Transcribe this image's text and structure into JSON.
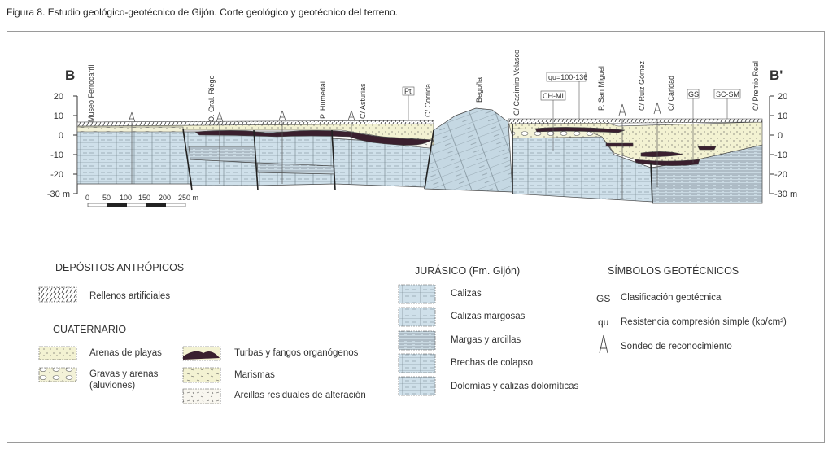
{
  "caption": "Figura 8. Estudio geológico-geotécnico de Gijón. Corte geológico y geotécnico del terreno.",
  "section": {
    "left_label": "B",
    "right_label": "B'",
    "y_axis_left": [
      "20",
      "10",
      "0",
      "-10",
      "-20",
      "-30 m"
    ],
    "y_axis_right": [
      "20",
      "10",
      "0",
      "-10",
      "-20",
      "-30 m"
    ],
    "scale_ticks": [
      "0",
      "50",
      "100",
      "150",
      "200",
      "250 m"
    ],
    "locations": [
      "Museo Ferrocarril",
      "O. Gral. Riego",
      "P. Humedal",
      "C/ Asturias",
      "C/ Corrida",
      "Begoña",
      "C/ Casimiro Velasco",
      "P. San Miguel",
      "C/ Ruiz Gómez",
      "C/ Caridad",
      "C/ Premio Real"
    ],
    "tags": {
      "pt": "Pt",
      "qu": "qu=100-136",
      "chm": "CH-ML",
      "gs": "GS",
      "scsm": "SC-SM"
    },
    "sondeo_icon": "drill-tower-icon"
  },
  "legend": {
    "antropicos": {
      "title": "DEPÓSITOS ANTRÓPICOS",
      "items": [
        "Rellenos artificiales"
      ]
    },
    "cuaternario": {
      "title": "CUATERNARIO",
      "items": [
        "Arenas de playas",
        "Gravas y arenas",
        "(aluviones)",
        "Turbas y fangos organógenos",
        "Marismas",
        "Arcillas residuales de alteración"
      ]
    },
    "jurasico": {
      "title": "JURÁSICO (Fm. Gijón)",
      "items": [
        "Calizas",
        "Calizas margosas",
        "Margas y arcillas",
        "Brechas de colapso",
        "Dolomías y calizas dolomíticas"
      ]
    },
    "simbolos": {
      "title": "SÍMBOLOS GEOTÉCNICOS",
      "items": [
        {
          "symbol": "GS",
          "label": "Clasificación geotécnica"
        },
        {
          "symbol": "qu",
          "label": "Resistencia compresión simple (kp/cm²)"
        },
        {
          "symbol": "sondeo-icon",
          "label": "Sondeo de reconocimiento"
        }
      ]
    }
  },
  "colors": {
    "limestone": "#cfe0ea",
    "sand": "#f3f2d2",
    "peat": "#3a1f2e",
    "line": "#333333"
  }
}
